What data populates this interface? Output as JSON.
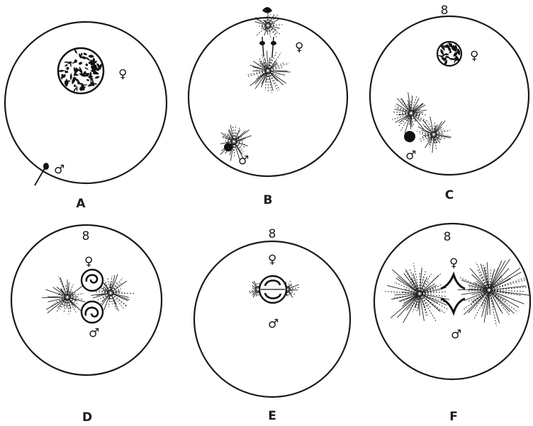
{
  "figure": {
    "panels": [
      {
        "id": "A",
        "label": "A",
        "female": "♀",
        "male": "♂"
      },
      {
        "id": "B",
        "label": "B",
        "female": "♀",
        "male": "♂"
      },
      {
        "id": "C",
        "label": "C",
        "female": "♀",
        "male": "♂",
        "mark": "8"
      },
      {
        "id": "D",
        "label": "D",
        "female": "♀",
        "male": "♂",
        "mark": "8"
      },
      {
        "id": "E",
        "label": "E",
        "female": "♀",
        "male": "♂",
        "mark": "8"
      },
      {
        "id": "F",
        "label": "F",
        "female": "♀",
        "male": "♂",
        "mark": "8"
      }
    ]
  }
}
